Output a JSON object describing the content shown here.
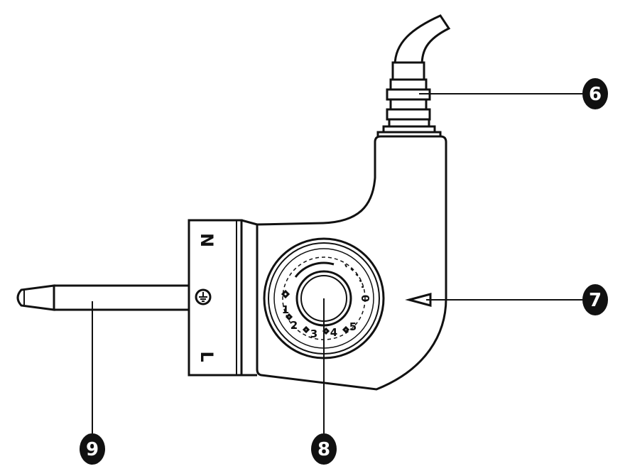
{
  "callouts": {
    "c6": "6",
    "c7": "7",
    "c8": "8",
    "c9": "9"
  },
  "plate": {
    "top_letter": "N",
    "bottom_letter": "L"
  },
  "dial": {
    "zero": "0",
    "one": "1",
    "two": "2",
    "three": "3",
    "four": "4",
    "five": "5"
  }
}
